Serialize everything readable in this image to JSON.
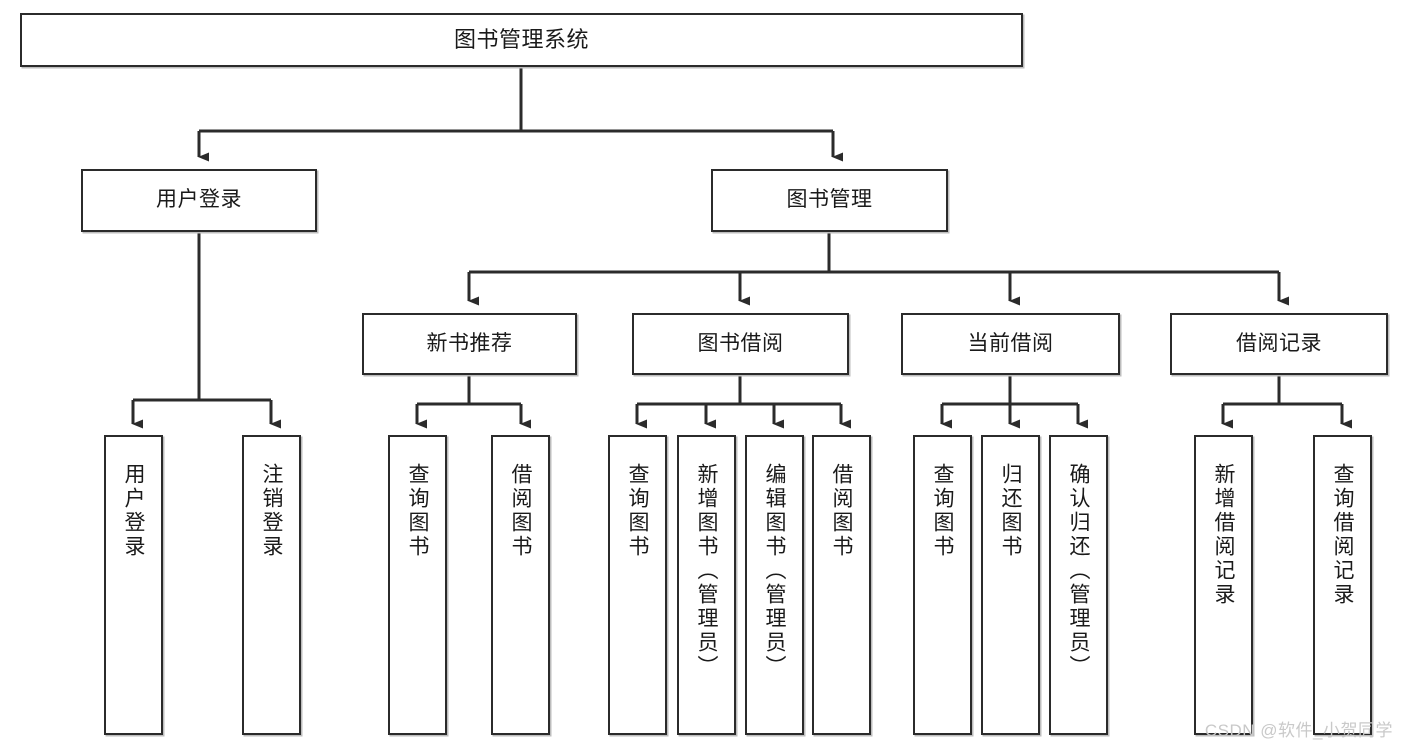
{
  "diagram": {
    "title": "图书管理系统",
    "type": "tree-hierarchy",
    "orientation": "top-down",
    "colors": {
      "box_border": "#2b2b2b",
      "box_fill": "#ffffff",
      "connector": "#2b2b2b",
      "shadow": "#bdbdbd",
      "watermark": "#c9c9c9",
      "background": "#ffffff"
    }
  },
  "nodes": {
    "root": {
      "label": "图书管理系统"
    },
    "level1": [
      {
        "id": "user-login",
        "label": "用户登录"
      },
      {
        "id": "book-manage",
        "label": "图书管理"
      }
    ],
    "level2": [
      {
        "id": "new-book-recommend",
        "label": "新书推荐"
      },
      {
        "id": "book-borrow",
        "label": "图书借阅"
      },
      {
        "id": "current-borrow",
        "label": "当前借阅"
      },
      {
        "id": "borrow-record",
        "label": "借阅记录"
      }
    ],
    "leaves": {
      "user_login": [
        {
          "id": "leaf-user-login",
          "label": "用户登录"
        },
        {
          "id": "leaf-logout-login",
          "label": "注销登录"
        }
      ],
      "new_book_recommend": [
        {
          "id": "leaf-query-book-1",
          "label": "查询图书"
        },
        {
          "id": "leaf-borrow-book-1",
          "label": "借阅图书"
        }
      ],
      "book_borrow": [
        {
          "id": "leaf-query-book-2",
          "label": "查询图书"
        },
        {
          "id": "leaf-add-book",
          "label": "新增图书（管理员）"
        },
        {
          "id": "leaf-edit-book",
          "label": "编辑图书（管理员）"
        },
        {
          "id": "leaf-borrow-book-2",
          "label": "借阅图书"
        }
      ],
      "current_borrow": [
        {
          "id": "leaf-query-book-3",
          "label": "查询图书"
        },
        {
          "id": "leaf-return-book",
          "label": "归还图书"
        },
        {
          "id": "leaf-confirm-return",
          "label": "确认归还（管理员）"
        }
      ],
      "borrow_record": [
        {
          "id": "leaf-add-record",
          "label": "新增借阅记录"
        },
        {
          "id": "leaf-query-record",
          "label": "查询借阅记录"
        }
      ]
    }
  },
  "watermark": {
    "text": "CSDN @软件_小贺同学"
  }
}
